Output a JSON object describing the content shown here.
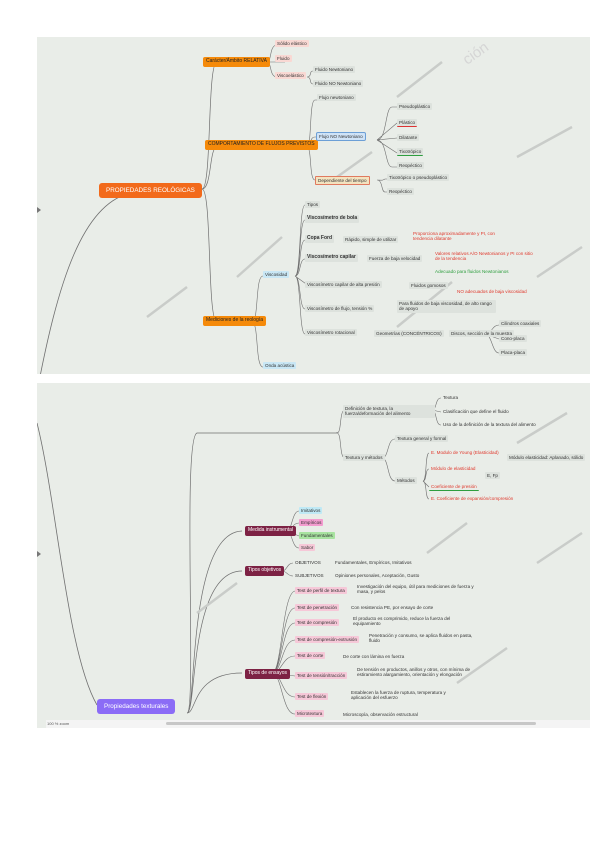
{
  "panel1": {
    "root": "PROPIEDADES REOLÓGICAS",
    "watermark": "ción",
    "caracter": {
      "label": "Carácter/Ámbito RELATIVA",
      "items": [
        "Sólido elástico",
        "Fluido",
        "Viscoelástico"
      ],
      "sub": [
        "Fluido Newtoniano",
        "Fluido NO Newtoniano"
      ]
    },
    "comportamiento": {
      "label": "COMPORTAMIENTO DE FLUJOS PREVISTOS",
      "nt": "Flujo newtoniano",
      "nonNt": "Flujo NO Newtoniano",
      "nonNtItems": [
        "Pseudoplástico",
        "Plástico",
        "Dilatante",
        "Tixotrópico",
        "Reopéctico"
      ],
      "dep": "Dependiente del tiempo",
      "depItems": [
        "Tixotrópico o pseudoplástico",
        "Reopéctico"
      ]
    },
    "mediciones": {
      "label": "Mediciones de la reología",
      "viscosidad": "Viscosidad",
      "ondas": "Onda acústica",
      "tipos": "Tipos",
      "items": [
        {
          "label": "Viscosímetro de bola"
        },
        {
          "label": "Copa Ford",
          "note": "Rápido, simple de utilizar",
          "side": "Proporciona aproximadamente y PI, con tendencia dilatante"
        },
        {
          "label": "Viscosímetro capilar",
          "note": "Fuerza de baja velocidad",
          "side": "Valores relativos A/O Newtonianos y PI con sitio de la tendencia",
          "side2": "Adecuado para fluidos Newtonianos"
        },
        {
          "label": "Viscosímetro capilar de alta presión",
          "note": "Fluidos gomosos",
          "side": "NO adecuados de baja viscosidad"
        },
        {
          "label": "Viscosímetro de flujo, tensión % ",
          "note": "Para fluidos de baja viscosidad, de alto rango de apoyo"
        },
        {
          "label": "Viscosímetro rotacional",
          "note": "Geometrías (CONCÉNTRICOS)",
          "note2": "Discos, sección de la muestra"
        }
      ],
      "rotItems": [
        "Cilindros coaxiales",
        "Cono-placa",
        "Placa-placa"
      ]
    }
  },
  "panel2": {
    "root": "Propiedades texturales",
    "top": {
      "label": "Definición de textura, la fuerza/deformación del alimento",
      "items": [
        "Textura",
        "Clasificación que define el fluido",
        "Uso de la definición de la textura del alimento"
      ]
    },
    "sensorial": {
      "label": "Textura y métodos",
      "items": [
        "Textura general y formal",
        "Métodos"
      ],
      "metodos": [
        "E. Modulo de Young (Elasticidad)",
        "Módulo de elasticidad",
        "Coeficiente de presión",
        "E. Coeficiente de expansión/compresión"
      ],
      "metodoNote": "Módulo elasticidad: Aplanado, sólido",
      "metodoNote2": "E, Fp"
    },
    "medida": {
      "label": "Medida instrumental",
      "items": [
        "Imitativos",
        "Empíricos",
        "Fundamentales",
        "Sabor"
      ]
    },
    "tipos": {
      "label": "Tipos objetivos",
      "items": [
        "OBJETIVOS",
        "SUBJETIVOS"
      ],
      "notes": [
        "Fundamentales, Empíricos, Imitativos",
        "Opiniones personales, Aceptación, Gusto"
      ]
    },
    "ensayos": {
      "label": "Tipos de ensayos",
      "items": [
        {
          "label": "Test de perfil de textura",
          "note": "Investigación del equipo, útil para mediciones de fuerza y masa, y pelos"
        },
        {
          "label": "Test de penetración",
          "note": "Con resistencia PE, por ensayo de corte"
        },
        {
          "label": "Test de compresión",
          "note": "El producto es comprimido, reduce la fuerza del equipamiento"
        },
        {
          "label": "Test de compresión-extrusión",
          "note": "Penetración y consumo, se aplica fluidos en pasta, fluido"
        },
        {
          "label": "Test de corte",
          "note": "De corte con lámina en fuerza"
        },
        {
          "label": "Test de tensión/tracción",
          "note": "De tensión en productos, anillos y otros, con mínima de estiramiento alargamiento, orientación y elongación"
        },
        {
          "label": "Test de flexión",
          "note": "Establecen la fuerza de ruptura, temperatura y aplicación del esfuerzo"
        },
        {
          "label": "Microtextura",
          "note": "Microscopía, observación estructural"
        }
      ]
    }
  },
  "footer": {
    "zoom": "100 % zoom"
  },
  "colors": {
    "orange": "#f58a0a",
    "rootOrange": "#f26a1b",
    "maroon": "#7d2244",
    "purple": "#8b6cf6",
    "line": "#6f6f6f"
  }
}
